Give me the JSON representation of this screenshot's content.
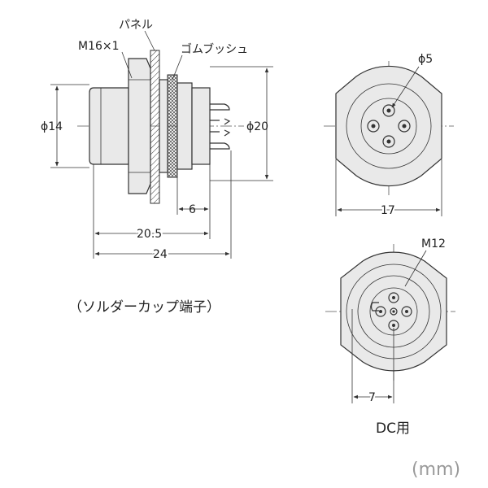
{
  "side_view": {
    "thread_label": "M16×1",
    "panel_label": "パネル",
    "grommet_label": "ゴムブッシュ",
    "dia_small": "ϕ14",
    "dia_large": "ϕ20",
    "dim_6": "6",
    "dim_20_5": "20.5",
    "dim_24": "24"
  },
  "front_view": {
    "pin_dia": "ϕ5",
    "width": "17"
  },
  "dc_view": {
    "thread": "M12",
    "dim": "7",
    "caption": "DC用"
  },
  "caption": "（ソルダーカップ端子）",
  "unit": "(mm)"
}
